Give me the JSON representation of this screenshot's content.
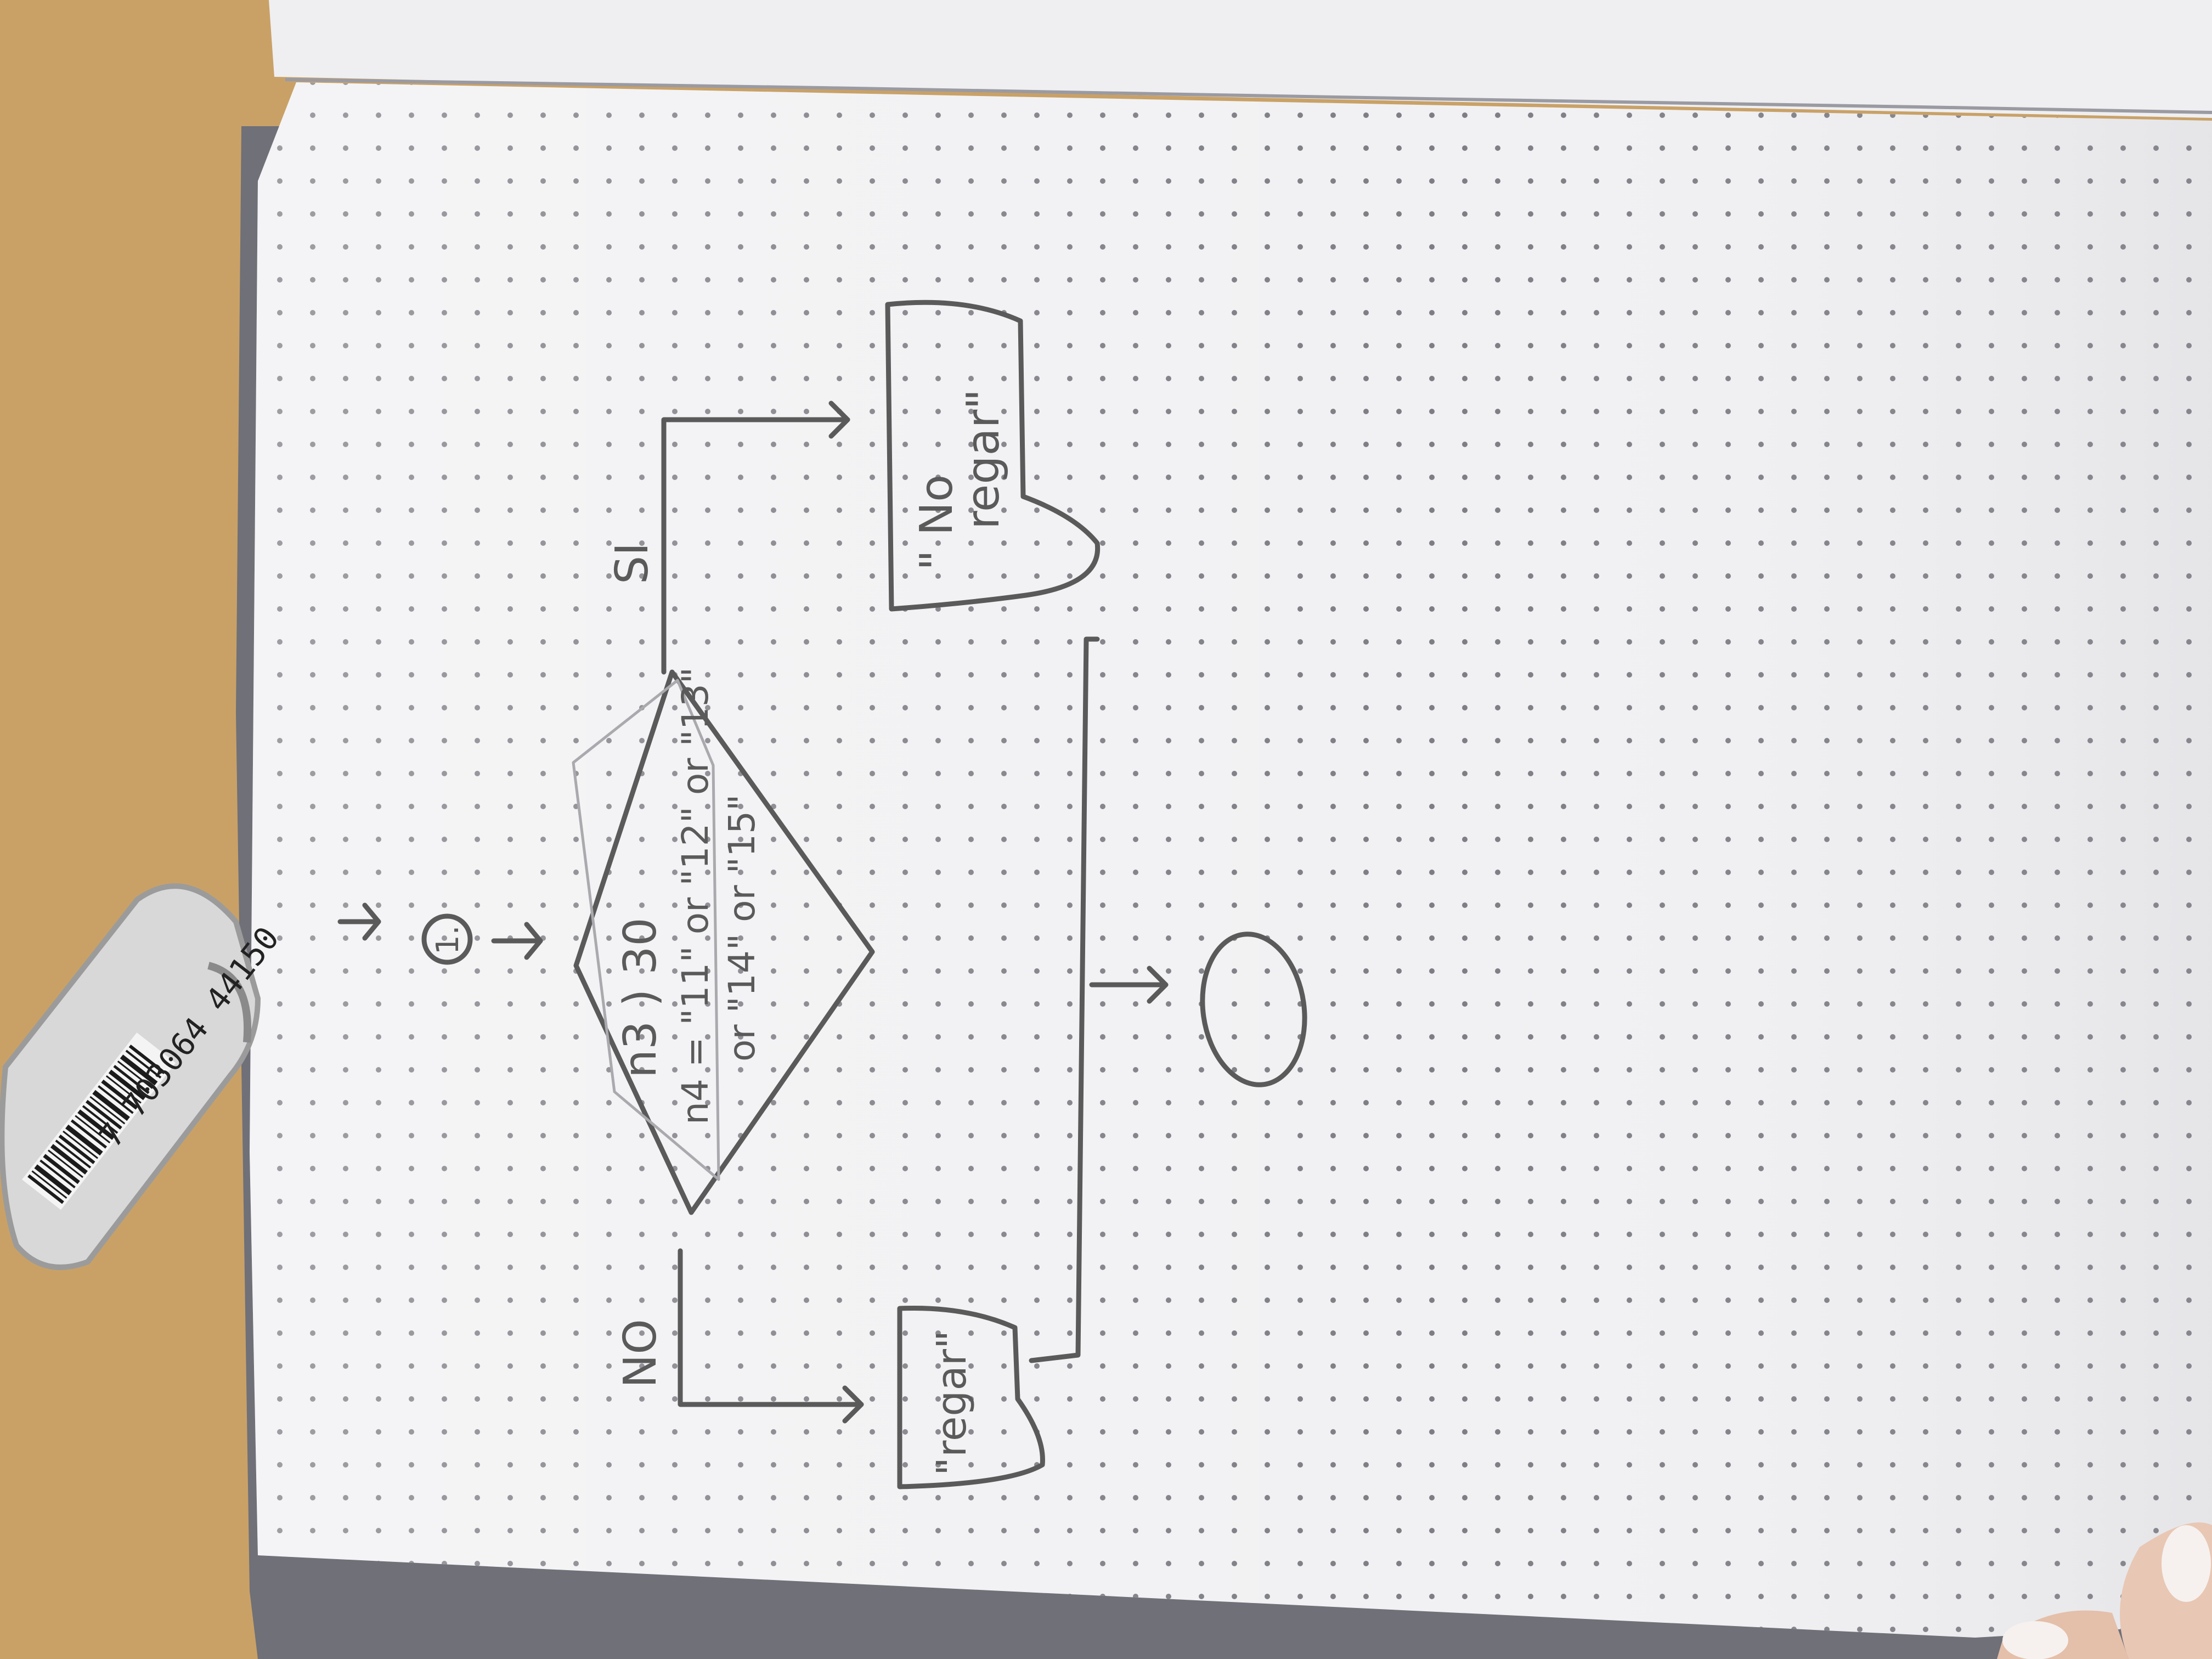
{
  "photo": {
    "subject": "hand-drawn flowchart in dotted notebook",
    "colors": {
      "desk": "#c9a167",
      "paper": "#f1f1f3",
      "dots": "#7d7d84",
      "pencil": "#5a5a5a",
      "eraser": "#d8d8d8"
    }
  },
  "eraser": {
    "barcode_text": "7 703064 44150"
  },
  "flowchart": {
    "step_number": "1.",
    "decision": {
      "line1": "n3 ) 30",
      "line2": "n4 = \"11\" or \"12\" or \"13\"",
      "line3": "or \"14\" or \"15\""
    },
    "branch_yes_label": "SI",
    "branch_no_label": "NO",
    "output_yes": {
      "line1": "\" No",
      "line2": "regar\""
    },
    "output_no": "\"regar\""
  }
}
